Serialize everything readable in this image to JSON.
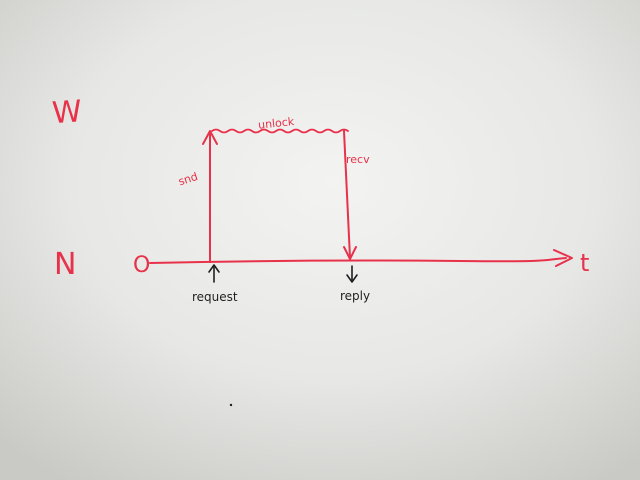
{
  "colors": {
    "board_center": "#f1f1ef",
    "board_edge": "#c9cac6",
    "red_marker": "#e8314a",
    "black_marker": "#1f1f22"
  },
  "labels": {
    "state_w": "W",
    "state_n": "N",
    "origin": "O",
    "time": "t",
    "unlock": "unlock",
    "send": "snd",
    "receive": "recv",
    "request": "request",
    "reply": "reply"
  }
}
